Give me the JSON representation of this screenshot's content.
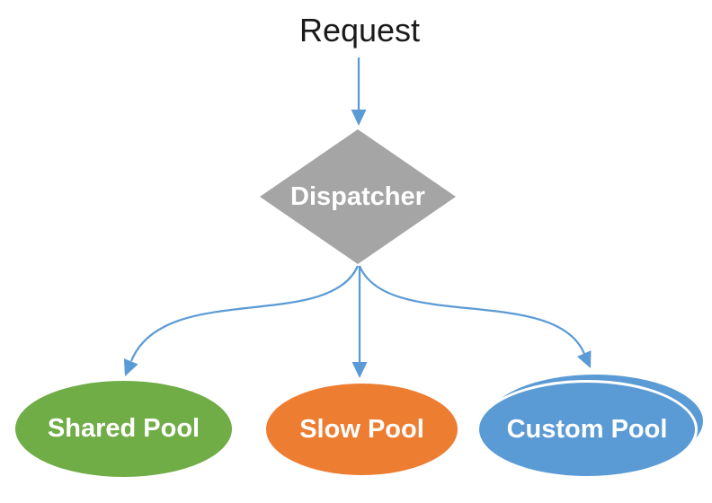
{
  "diagram": {
    "type": "flowchart",
    "nodes": {
      "request": {
        "label": "Request",
        "shape": "text",
        "text_color": "#1a1a1a"
      },
      "dispatcher": {
        "label": "Dispatcher",
        "shape": "diamond",
        "fill": "#A5A5A5",
        "text_color": "#ffffff"
      },
      "shared_pool": {
        "label": "Shared Pool",
        "shape": "ellipse",
        "fill": "#70AD47",
        "text_color": "#ffffff"
      },
      "slow_pool": {
        "label": "Slow Pool",
        "shape": "ellipse",
        "fill": "#ED7D31",
        "text_color": "#ffffff"
      },
      "custom_pool": {
        "label": "Custom Pool",
        "shape": "stacked-ellipses",
        "fill": "#5B9BD5",
        "text_color": "#ffffff"
      }
    },
    "connectors": {
      "color": "#5B9BD5",
      "arrow_style": "filled-triangle",
      "edges": [
        {
          "from": "Request",
          "to": "Dispatcher",
          "style": "straight"
        },
        {
          "from": "Dispatcher",
          "to": "Shared Pool",
          "style": "curved"
        },
        {
          "from": "Dispatcher",
          "to": "Slow Pool",
          "style": "straight"
        },
        {
          "from": "Dispatcher",
          "to": "Custom Pool",
          "style": "curved"
        }
      ]
    }
  }
}
